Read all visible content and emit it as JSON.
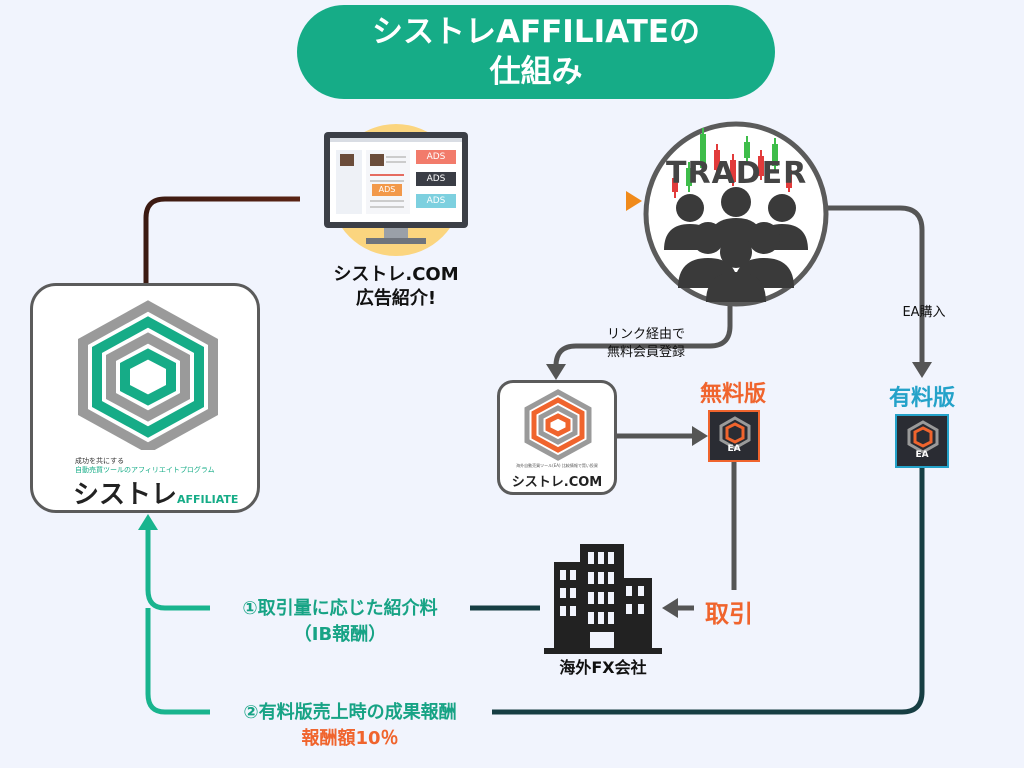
{
  "title": {
    "line1": "シストレAFFILIATEの",
    "line2": "仕組み"
  },
  "ads_site": {
    "label_line1": "シストレ.COM",
    "label_line2": "広告紹介!",
    "ads": [
      "ADS",
      "ADS",
      "ADS",
      "ADS"
    ]
  },
  "trader": {
    "label": "TRADER"
  },
  "link_note": {
    "line1": "リンク経由で",
    "line2": "無料会員登録"
  },
  "ea_purchase": "EA購入",
  "free_version": "無料版",
  "paid_version": "有料版",
  "ea_badge": "EA",
  "left_logo": {
    "tagline1": "成功を共にする",
    "tagline2": "自動売買ツールのアフィリエイトプログラム",
    "brand": "シストレ",
    "brand_suffix": "AFFILIATE"
  },
  "small_logo": {
    "tagline": "海外自動売買ツール(EA) 比較情報で賢い投資",
    "brand": "シストレ.COM"
  },
  "trade_label": "取引",
  "broker_label": "海外FX会社",
  "reward1": {
    "line1": "①取引量に応じた紹介料",
    "line2": "（IB報酬）"
  },
  "reward2": {
    "line1": "②有料版売上時の成果報酬",
    "line2": "報酬額10％"
  },
  "colors": {
    "teal": "#16ac87",
    "orange": "#f0642d",
    "blue": "#24a2c9",
    "dark_line": "#555555",
    "brown_line": "#4a1a12"
  }
}
